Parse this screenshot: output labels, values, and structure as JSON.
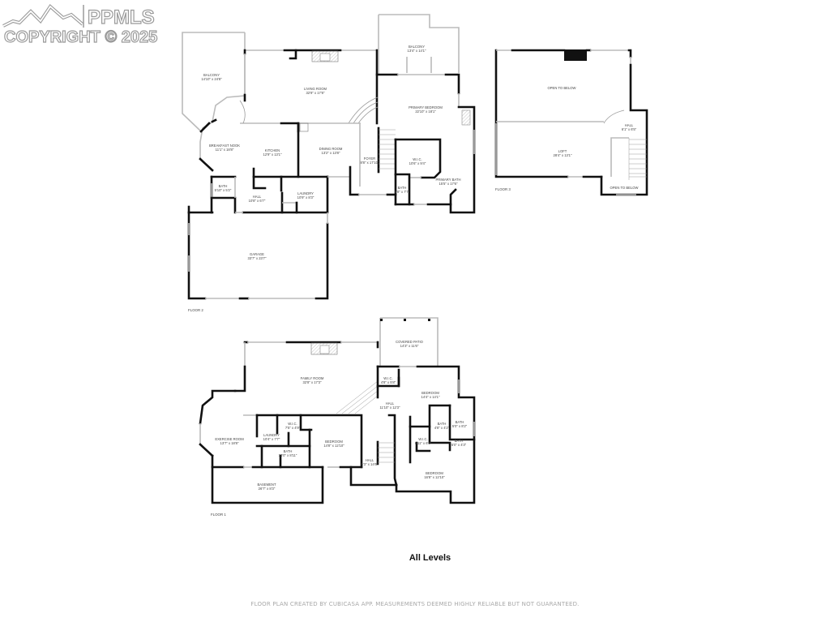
{
  "watermark": {
    "brand": "PPMLS",
    "copyright": "COPYRIGHT © 2025"
  },
  "title": "All Levels",
  "footer": "FLOOR PLAN CREATED BY CUBICASA APP. MEASUREMENTS DEEMED HIGHLY RELIABLE BUT NOT GUARANTEED.",
  "floors": [
    {
      "label": "FLOOR 2",
      "rooms": [
        {
          "name": "BALCONY",
          "dims": "14'10\" x 24'8\""
        },
        {
          "name": "LIVING ROOM",
          "dims": "32'9\" x 17'8\""
        },
        {
          "name": "BALCONY",
          "dims": "13'4\" x 14'1\""
        },
        {
          "name": "PRIMARY BEDROOM",
          "dims": "22'10\" x 18'1\""
        },
        {
          "name": "BREAKFAST NOOK",
          "dims": "11'1\" x 18'8\""
        },
        {
          "name": "KITCHEN",
          "dims": "12'9\" x 13'1\""
        },
        {
          "name": "DINING ROOM",
          "dims": "13'2\" x 13'8\""
        },
        {
          "name": "FOYER",
          "dims": "8'8\" x 17'10\""
        },
        {
          "name": "W.I.C.",
          "dims": "10'6\" x 9'4\""
        },
        {
          "name": "PRIMARY BATH",
          "dims": "15'5\" x 17'6\""
        },
        {
          "name": "BATH",
          "dims": "5'10\" x 5'2\""
        },
        {
          "name": "HALL",
          "dims": "10'8\" x 6'7\""
        },
        {
          "name": "LAUNDRY",
          "dims": "10'9\" x 8'3\""
        },
        {
          "name": "BATH",
          "dims": "5'8\" x 7'7\""
        },
        {
          "name": "GARAGE",
          "dims": "33'7\" x 23'7\""
        }
      ]
    },
    {
      "label": "FLOOR 3",
      "rooms": [
        {
          "name": "OPEN TO BELOW",
          "dims": ""
        },
        {
          "name": "HALL",
          "dims": "6'1\" x 6'5\""
        },
        {
          "name": "LOFT",
          "dims": "28'4\" x 13'1\""
        },
        {
          "name": "OPEN TO BELOW",
          "dims": ""
        }
      ]
    },
    {
      "label": "FLOOR 1",
      "rooms": [
        {
          "name": "COVERED PATIO",
          "dims": "14'3\" x 11'6\""
        },
        {
          "name": "FAMILY ROOM",
          "dims": "32'8\" x 17'3\""
        },
        {
          "name": "W.I.C.",
          "dims": "4'8\" x 5'8\""
        },
        {
          "name": "BEDROOM",
          "dims": "14'4\" x 14'1\""
        },
        {
          "name": "HALL",
          "dims": "11'10\" x 12'3\""
        },
        {
          "name": "EXERCISE ROOM",
          "dims": "13'7\" x 18'8\""
        },
        {
          "name": "LAUNDRY",
          "dims": "10'4\" x 7'7\""
        },
        {
          "name": "W.I.C.",
          "dims": "7'5\" x 4'9\""
        },
        {
          "name": "BEDROOM",
          "dims": "14'8\" x 12'10\""
        },
        {
          "name": "BATH",
          "dims": "10'0\" x 8'11\""
        },
        {
          "name": "BATH",
          "dims": "4'8\" x 4'2\""
        },
        {
          "name": "BATH",
          "dims": "5'0\" x 8'2\""
        },
        {
          "name": "W.I.C.",
          "dims": "6'11\" x 6'0\""
        },
        {
          "name": "BATH",
          "dims": "5'0\" x 4'3\""
        },
        {
          "name": "HALL",
          "dims": "6'3\" x 14'6\""
        },
        {
          "name": "BASEMENT",
          "dims": "26'7\" x 8'3\""
        },
        {
          "name": "BEDROOM",
          "dims": "16'8\" x 12'10\""
        }
      ]
    }
  ]
}
